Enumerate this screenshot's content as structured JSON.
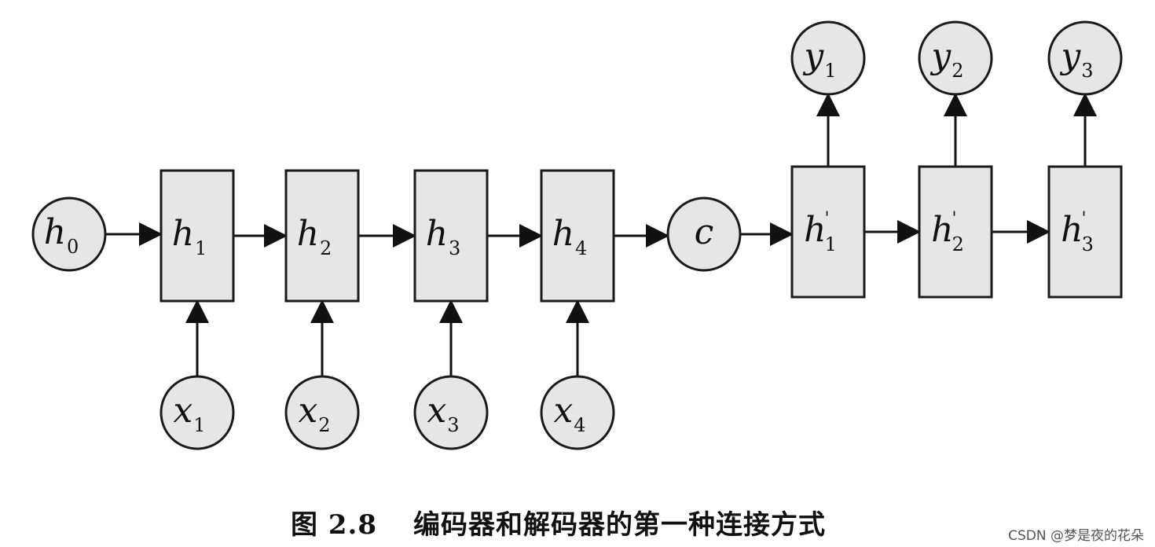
{
  "diagram": {
    "nodes": [
      {
        "id": "h0",
        "shape": "circle",
        "base": "h",
        "sub": "0",
        "prime": false
      },
      {
        "id": "h1",
        "shape": "rect",
        "base": "h",
        "sub": "1",
        "prime": false
      },
      {
        "id": "h2",
        "shape": "rect",
        "base": "h",
        "sub": "2",
        "prime": false
      },
      {
        "id": "h3",
        "shape": "rect",
        "base": "h",
        "sub": "3",
        "prime": false
      },
      {
        "id": "h4",
        "shape": "rect",
        "base": "h",
        "sub": "4",
        "prime": false
      },
      {
        "id": "c",
        "shape": "circle",
        "base": "c",
        "sub": "",
        "prime": false
      },
      {
        "id": "hp1",
        "shape": "rect",
        "base": "h",
        "sub": "1",
        "prime": true
      },
      {
        "id": "hp2",
        "shape": "rect",
        "base": "h",
        "sub": "2",
        "prime": true
      },
      {
        "id": "hp3",
        "shape": "rect",
        "base": "h",
        "sub": "3",
        "prime": true
      },
      {
        "id": "x1",
        "shape": "circle",
        "base": "x",
        "sub": "1",
        "prime": false
      },
      {
        "id": "x2",
        "shape": "circle",
        "base": "x",
        "sub": "2",
        "prime": false
      },
      {
        "id": "x3",
        "shape": "circle",
        "base": "x",
        "sub": "3",
        "prime": false
      },
      {
        "id": "x4",
        "shape": "circle",
        "base": "x",
        "sub": "4",
        "prime": false
      },
      {
        "id": "y1",
        "shape": "circle",
        "base": "y",
        "sub": "1",
        "prime": false
      },
      {
        "id": "y2",
        "shape": "circle",
        "base": "y",
        "sub": "2",
        "prime": false
      },
      {
        "id": "y3",
        "shape": "circle",
        "base": "y",
        "sub": "3",
        "prime": false
      }
    ],
    "edges": [
      [
        "h0",
        "h1"
      ],
      [
        "h1",
        "h2"
      ],
      [
        "h2",
        "h3"
      ],
      [
        "h3",
        "h4"
      ],
      [
        "h4",
        "c"
      ],
      [
        "c",
        "hp1"
      ],
      [
        "hp1",
        "hp2"
      ],
      [
        "hp2",
        "hp3"
      ],
      [
        "x1",
        "h1"
      ],
      [
        "x2",
        "h2"
      ],
      [
        "x3",
        "h3"
      ],
      [
        "x4",
        "h4"
      ],
      [
        "hp1",
        "y1"
      ],
      [
        "hp2",
        "y2"
      ],
      [
        "hp3",
        "y3"
      ]
    ],
    "colors": {
      "fill": "#e6e6e6",
      "stroke": "#1a1a1a"
    }
  },
  "caption": {
    "number": "图 2.8",
    "text": "编码器和解码器的第一种连接方式"
  },
  "watermark": "CSDN @梦是夜的花朵"
}
